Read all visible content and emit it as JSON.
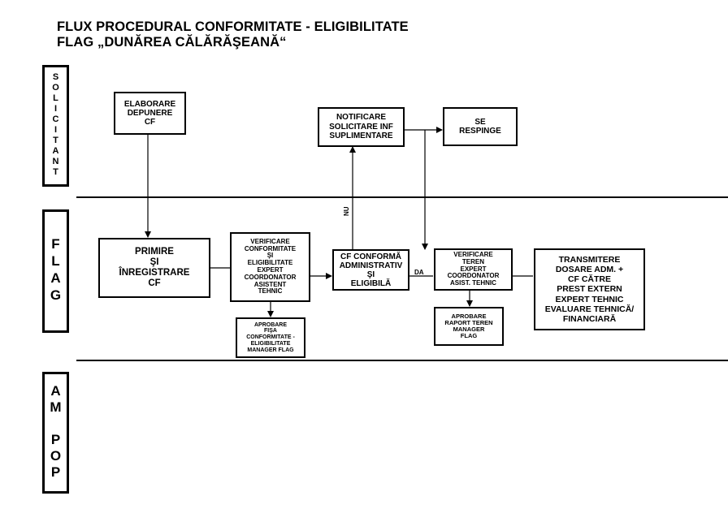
{
  "title": {
    "line1": "FLUX PROCEDURAL CONFORMITATE - ELIGIBILITATE",
    "line2": "FLAG „DUNĂREA CĂLĂRĂŞEANĂ“"
  },
  "lanes": {
    "solicitant": [
      "S",
      "O",
      "L",
      "I",
      "C",
      "I",
      "T",
      "A",
      "N",
      "T"
    ],
    "flag": [
      "F",
      "L",
      "A",
      "G"
    ],
    "ampop": [
      "A",
      "M",
      "",
      "P",
      "O",
      "P"
    ]
  },
  "boxes": {
    "elaborare": "ELABORARE\nDEPUNERE\nCF",
    "notificare": "NOTIFICARE\nSOLICITARE INF\nSUPLIMENTARE",
    "respinge": "SE\nRESPINGE",
    "primire": "PRIMIRE\nŞI\nÎNREGISTRARE\nCF",
    "verificare_conf": "VERIFICARE\nCONFORMITATE\nŞI\nELIGIBILITATE\nEXPERT\nCOORDONATOR\nASISTENT\nTEHNIC",
    "cf_conforma": "CF CONFORMĂ\nADMINISTRATIV\nŞI\nELIGIBILĂ",
    "verificare_teren": "VERIFICARE\nTEREN\nEXPERT\nCOORDONATOR\nASIST. TEHNIC",
    "transmitere": "TRANSMITERE\nDOSARE ADM. +\nCF CĂTRE\nPREST EXTERN\nEXPERT TEHNIC\nEVALUARE TEHNICĂ/\nFINANCIARĂ",
    "aprobare_fisa": "APROBARE\nFIŞA\nCONFORMITATE -\nELIGIBILITATE\nMANAGER FLAG",
    "aprobare_raport": "APROBARE\nRAPORT TEREN\nMANAGER\nFLAG"
  },
  "edge_labels": {
    "nu": "NU",
    "da": "DA"
  }
}
